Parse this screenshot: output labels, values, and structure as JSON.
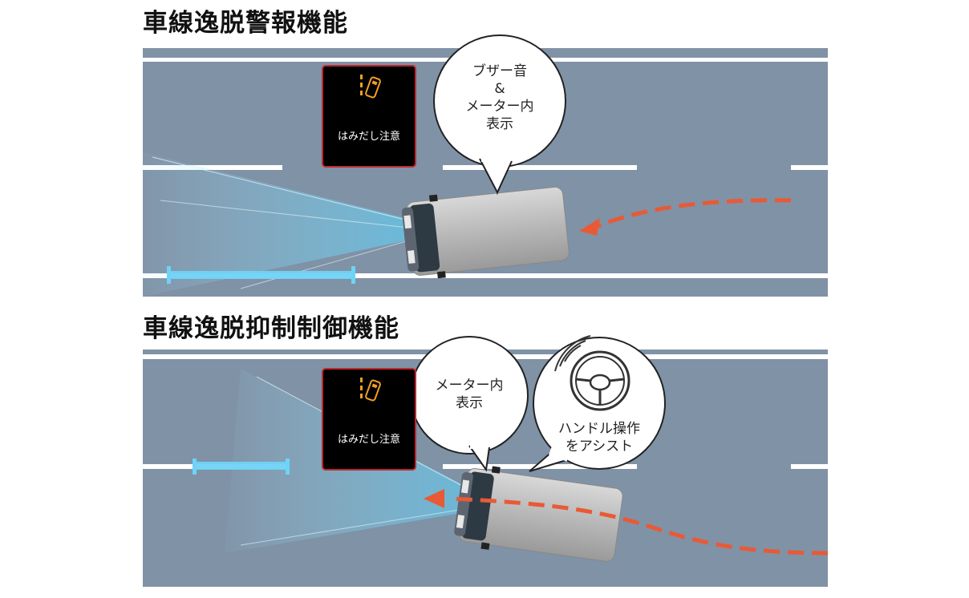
{
  "sections": [
    {
      "title": "車線逸脱警報機能",
      "panel_text": "はみだし注意",
      "bubble_lines": [
        "ブザー音",
        "&",
        "メーター内",
        "表示"
      ]
    },
    {
      "title": "車線逸脱抑制制御機能",
      "panel_text": "はみだし注意",
      "bubble_lines": [
        "メーター内",
        "表示"
      ],
      "assist_bubble_lines": [
        "ハンドル操作",
        "をアシスト"
      ]
    }
  ],
  "icons": [
    "lane-departure-icon",
    "steering-wheel-icon"
  ],
  "colors": {
    "road": "#8092a6",
    "lane_marking": "#ffffff",
    "sensor_beam": "#4fc3e8",
    "trajectory": "#e85a35",
    "panel_border": "#c0282e"
  }
}
